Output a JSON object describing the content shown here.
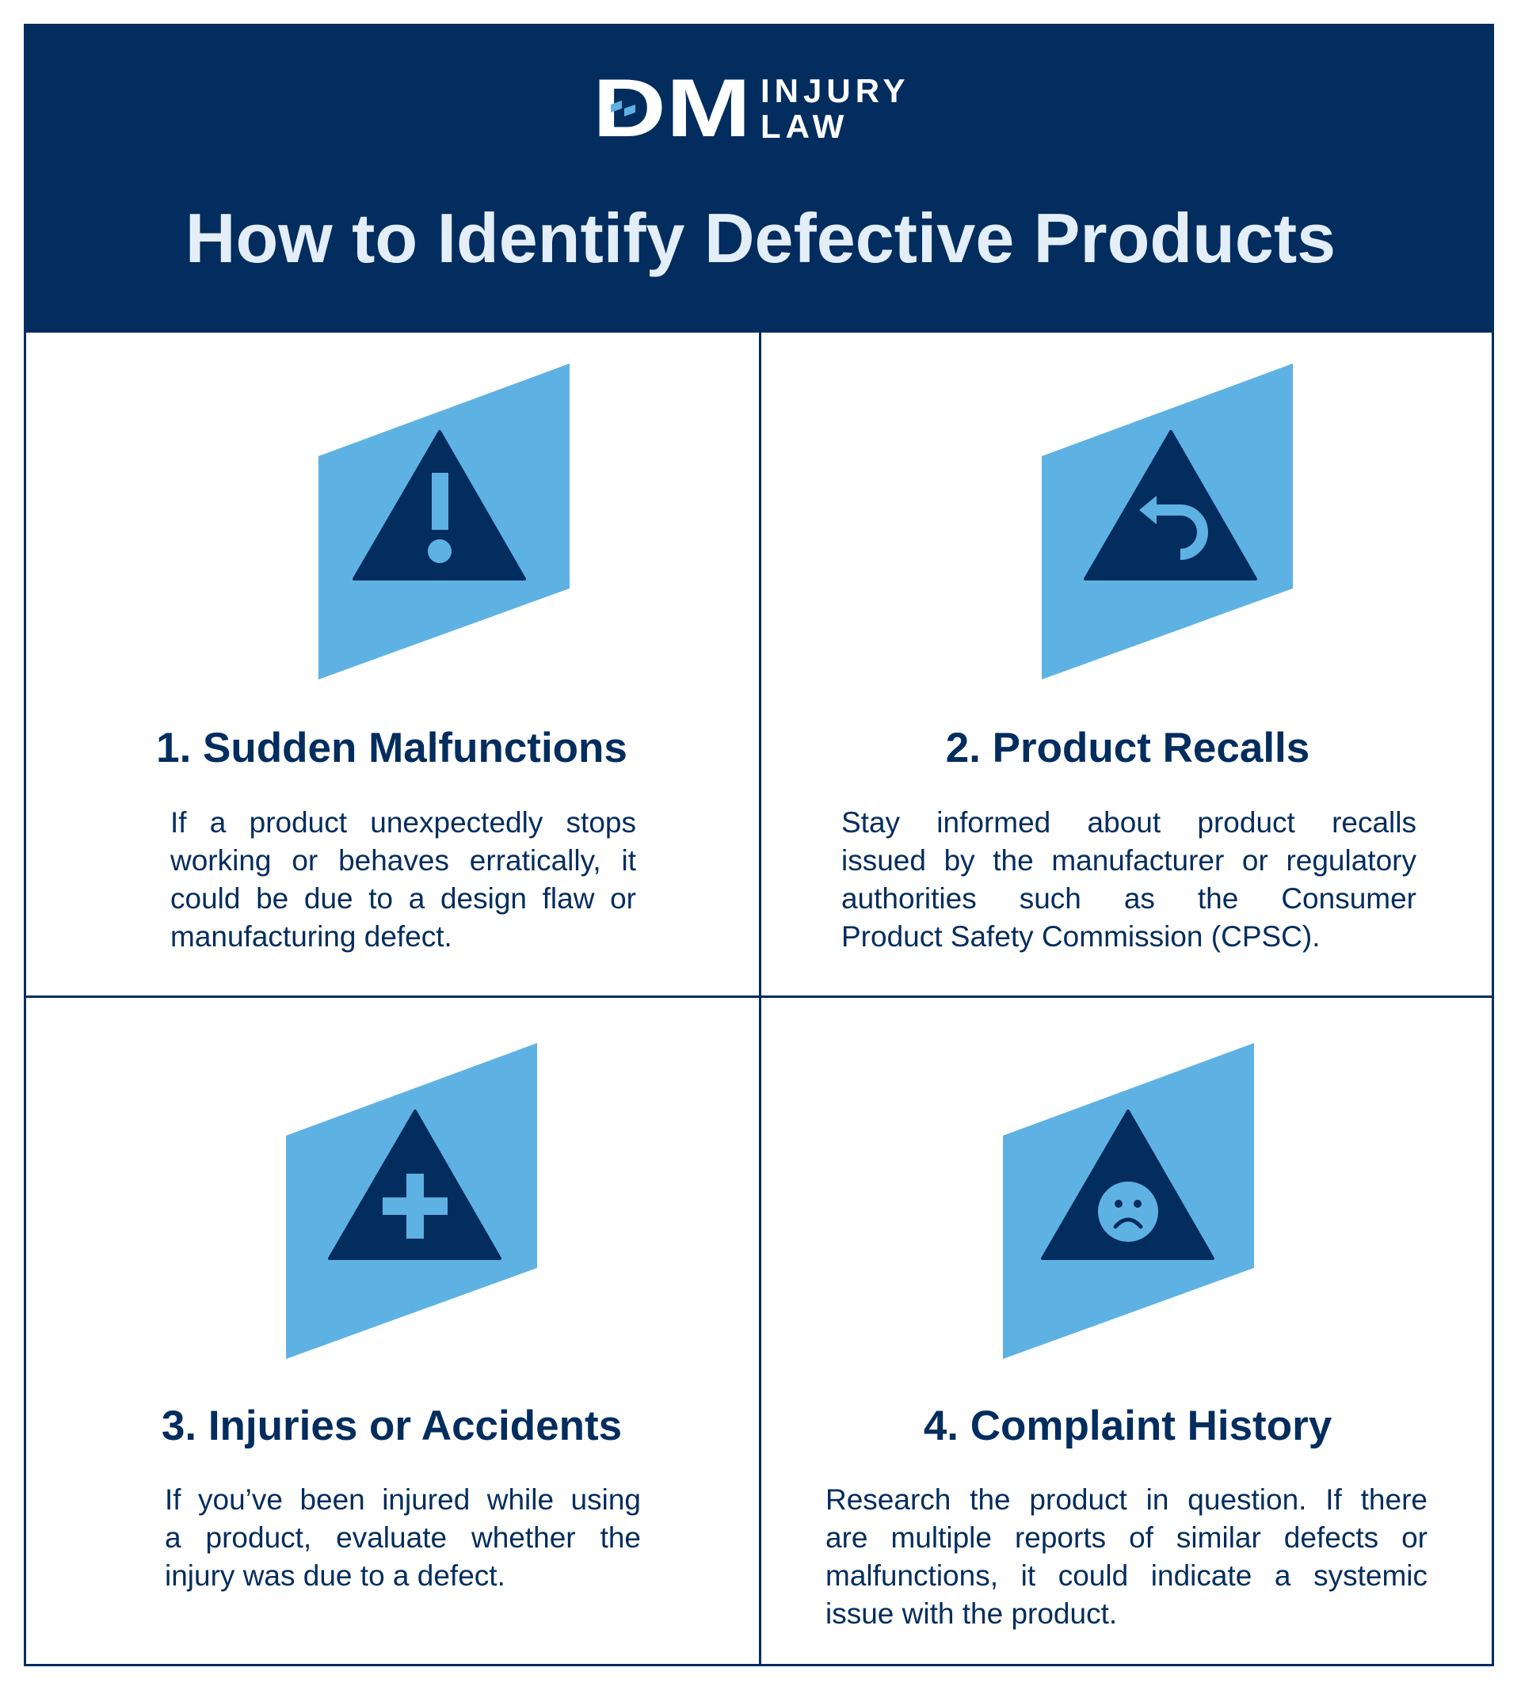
{
  "logo": {
    "mark": "DM",
    "line1": "INJURY",
    "line2": "LAW"
  },
  "title": "How to Identify Defective Products",
  "colors": {
    "navy": "#032d5e",
    "blue": "#5eb2e3"
  },
  "cards": [
    {
      "icon": "warning-exclamation-icon",
      "heading": "1.  Sudden Malfunctions",
      "lines": [
        "If a product unexpectedly stops",
        "working or behaves erratically, it",
        "could be due to a design flaw or",
        "manufacturing defect."
      ]
    },
    {
      "icon": "recall-arrow-icon",
      "heading": "2. Product Recalls",
      "lines": [
        "Stay informed about product recalls",
        "issued by the manufacturer or regulatory",
        "authorities such as the Consumer",
        "Product Safety Commission (CPSC)."
      ]
    },
    {
      "icon": "medical-cross-icon",
      "heading": "3. Injuries or Accidents",
      "lines": [
        "If you’ve been injured while using",
        "a product, evaluate whether the",
        "injury was due to a defect."
      ]
    },
    {
      "icon": "sad-face-icon",
      "heading": "4. Complaint History",
      "lines": [
        "Research the product in question. If there",
        "are multiple reports of similar defects or",
        "malfunctions, it could indicate a systemic",
        "issue with the product."
      ]
    }
  ]
}
